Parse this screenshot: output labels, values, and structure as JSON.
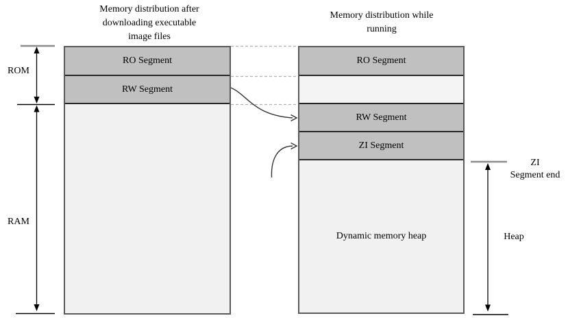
{
  "left_column": {
    "title": "Memory distribution after\ndownloading executable\nimage files",
    "ro": "RO Segment",
    "rw": "RW Segment"
  },
  "right_column": {
    "title": "Memory distribution while\nrunning",
    "ro": "RO Segment",
    "rw": "RW Segment",
    "zi": "ZI Segment",
    "heap": "Dynamic memory heap"
  },
  "side_labels": {
    "rom": "ROM",
    "ram": "RAM",
    "zi_end": "ZI\nSegment end",
    "heap": "Heap"
  },
  "colors": {
    "segment_fill": "#c0c0c0",
    "light_fill": "#f1f1f1",
    "gap_fill": "#f4f4f4",
    "box_border": "#595959",
    "separator": "#262626",
    "dashed_line": "#b0b0b0",
    "tick_gray": "#8c8c8c",
    "arrow": "#000000",
    "curve": "#333333"
  }
}
